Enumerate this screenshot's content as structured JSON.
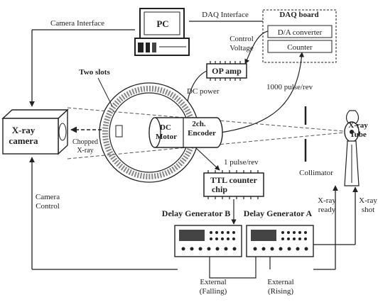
{
  "labels": {
    "pc": "PC",
    "camera_interface": "Camera Interface",
    "daq_interface": "DAQ Interface",
    "daq_board": "DAQ board",
    "da_converter": "D/A converter",
    "counter": "Counter",
    "control_voltage_1": "Control",
    "control_voltage_2": "Voltage",
    "op_amp": "OP amp",
    "two_slots": "Two slots",
    "dc_power": "DC power",
    "pulse_1000": "1000 pulse/rev",
    "xray_camera_1": "X-ray",
    "xray_camera_2": "camera",
    "chopped_1": "Chopped",
    "chopped_2": "X-ray",
    "dc_motor_1": "DC",
    "dc_motor_2": "Motor",
    "encoder_1": "2ch.",
    "encoder_2": "Encoder",
    "xray_tube_1": "X-ray",
    "xray_tube_2": "Tube",
    "pulse_1": "1 pulse/rev",
    "collimator": "Collimator",
    "ttl_1": "TTL counter",
    "ttl_2": "chip",
    "camera_control_1": "Camera",
    "camera_control_2": "Control",
    "xray_ready_1": "X-ray",
    "xray_ready_2": "ready",
    "xray_shot_1": "X-ray",
    "xray_shot_2": "shot",
    "delay_b": "Delay Generator B",
    "delay_a": "Delay Generator A",
    "external_falling_1": "External",
    "external_falling_2": "(Falling)",
    "external_rising_1": "External",
    "external_rising_2": "(Rising)"
  }
}
